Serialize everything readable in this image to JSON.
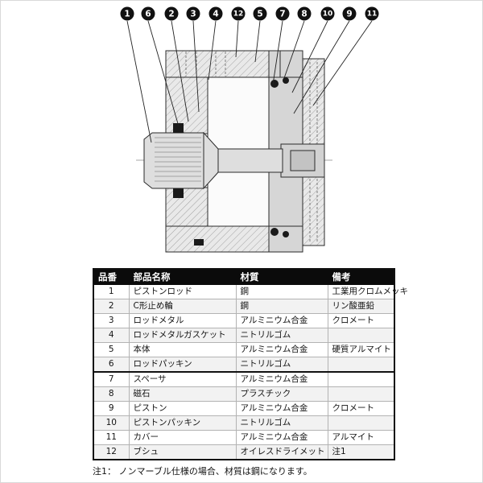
{
  "diagram": {
    "description": "Pneumatic cylinder cross-section with numbered part callouts",
    "callouts": [
      "1",
      "6",
      "2",
      "3",
      "4",
      "12",
      "5",
      "7",
      "8",
      "10",
      "9",
      "11"
    ]
  },
  "table": {
    "headers": [
      "品番",
      "部品名称",
      "材質",
      "備考"
    ],
    "rows": [
      {
        "no": "1",
        "name": "ピストンロッド",
        "material": "鋼",
        "note": "工業用クロムメッキ"
      },
      {
        "no": "2",
        "name": "C形止め輪",
        "material": "鋼",
        "note": "リン酸亜鉛"
      },
      {
        "no": "3",
        "name": "ロッドメタル",
        "material": "アルミニウム合金",
        "note": "クロメート"
      },
      {
        "no": "4",
        "name": "ロッドメタルガスケット",
        "material": "ニトリルゴム",
        "note": ""
      },
      {
        "no": "5",
        "name": "本体",
        "material": "アルミニウム合金",
        "note": "硬質アルマイト"
      },
      {
        "no": "6",
        "name": "ロッドパッキン",
        "material": "ニトリルゴム",
        "note": ""
      },
      {
        "no": "7",
        "name": "スペーサ",
        "material": "アルミニウム合金",
        "note": ""
      },
      {
        "no": "8",
        "name": "磁石",
        "material": "プラスチック",
        "note": ""
      },
      {
        "no": "9",
        "name": "ピストン",
        "material": "アルミニウム合金",
        "note": "クロメート"
      },
      {
        "no": "10",
        "name": "ピストンパッキン",
        "material": "ニトリルゴム",
        "note": ""
      },
      {
        "no": "11",
        "name": "カバー",
        "material": "アルミニウム合金",
        "note": "アルマイト"
      },
      {
        "no": "12",
        "name": "ブシュ",
        "material": "オイレスドライメット",
        "note": "注1"
      }
    ]
  },
  "footnote": "注1： ノンマーブル仕様の場合、材質は鋼になります。",
  "colors": {
    "callout_fill": "#111111",
    "callout_text": "#ffffff",
    "header_bg": "#0b0b0b",
    "header_text": "#ffffff",
    "metal_fill": "#e9e9e9",
    "piston_fill": "#d6d6d6"
  }
}
